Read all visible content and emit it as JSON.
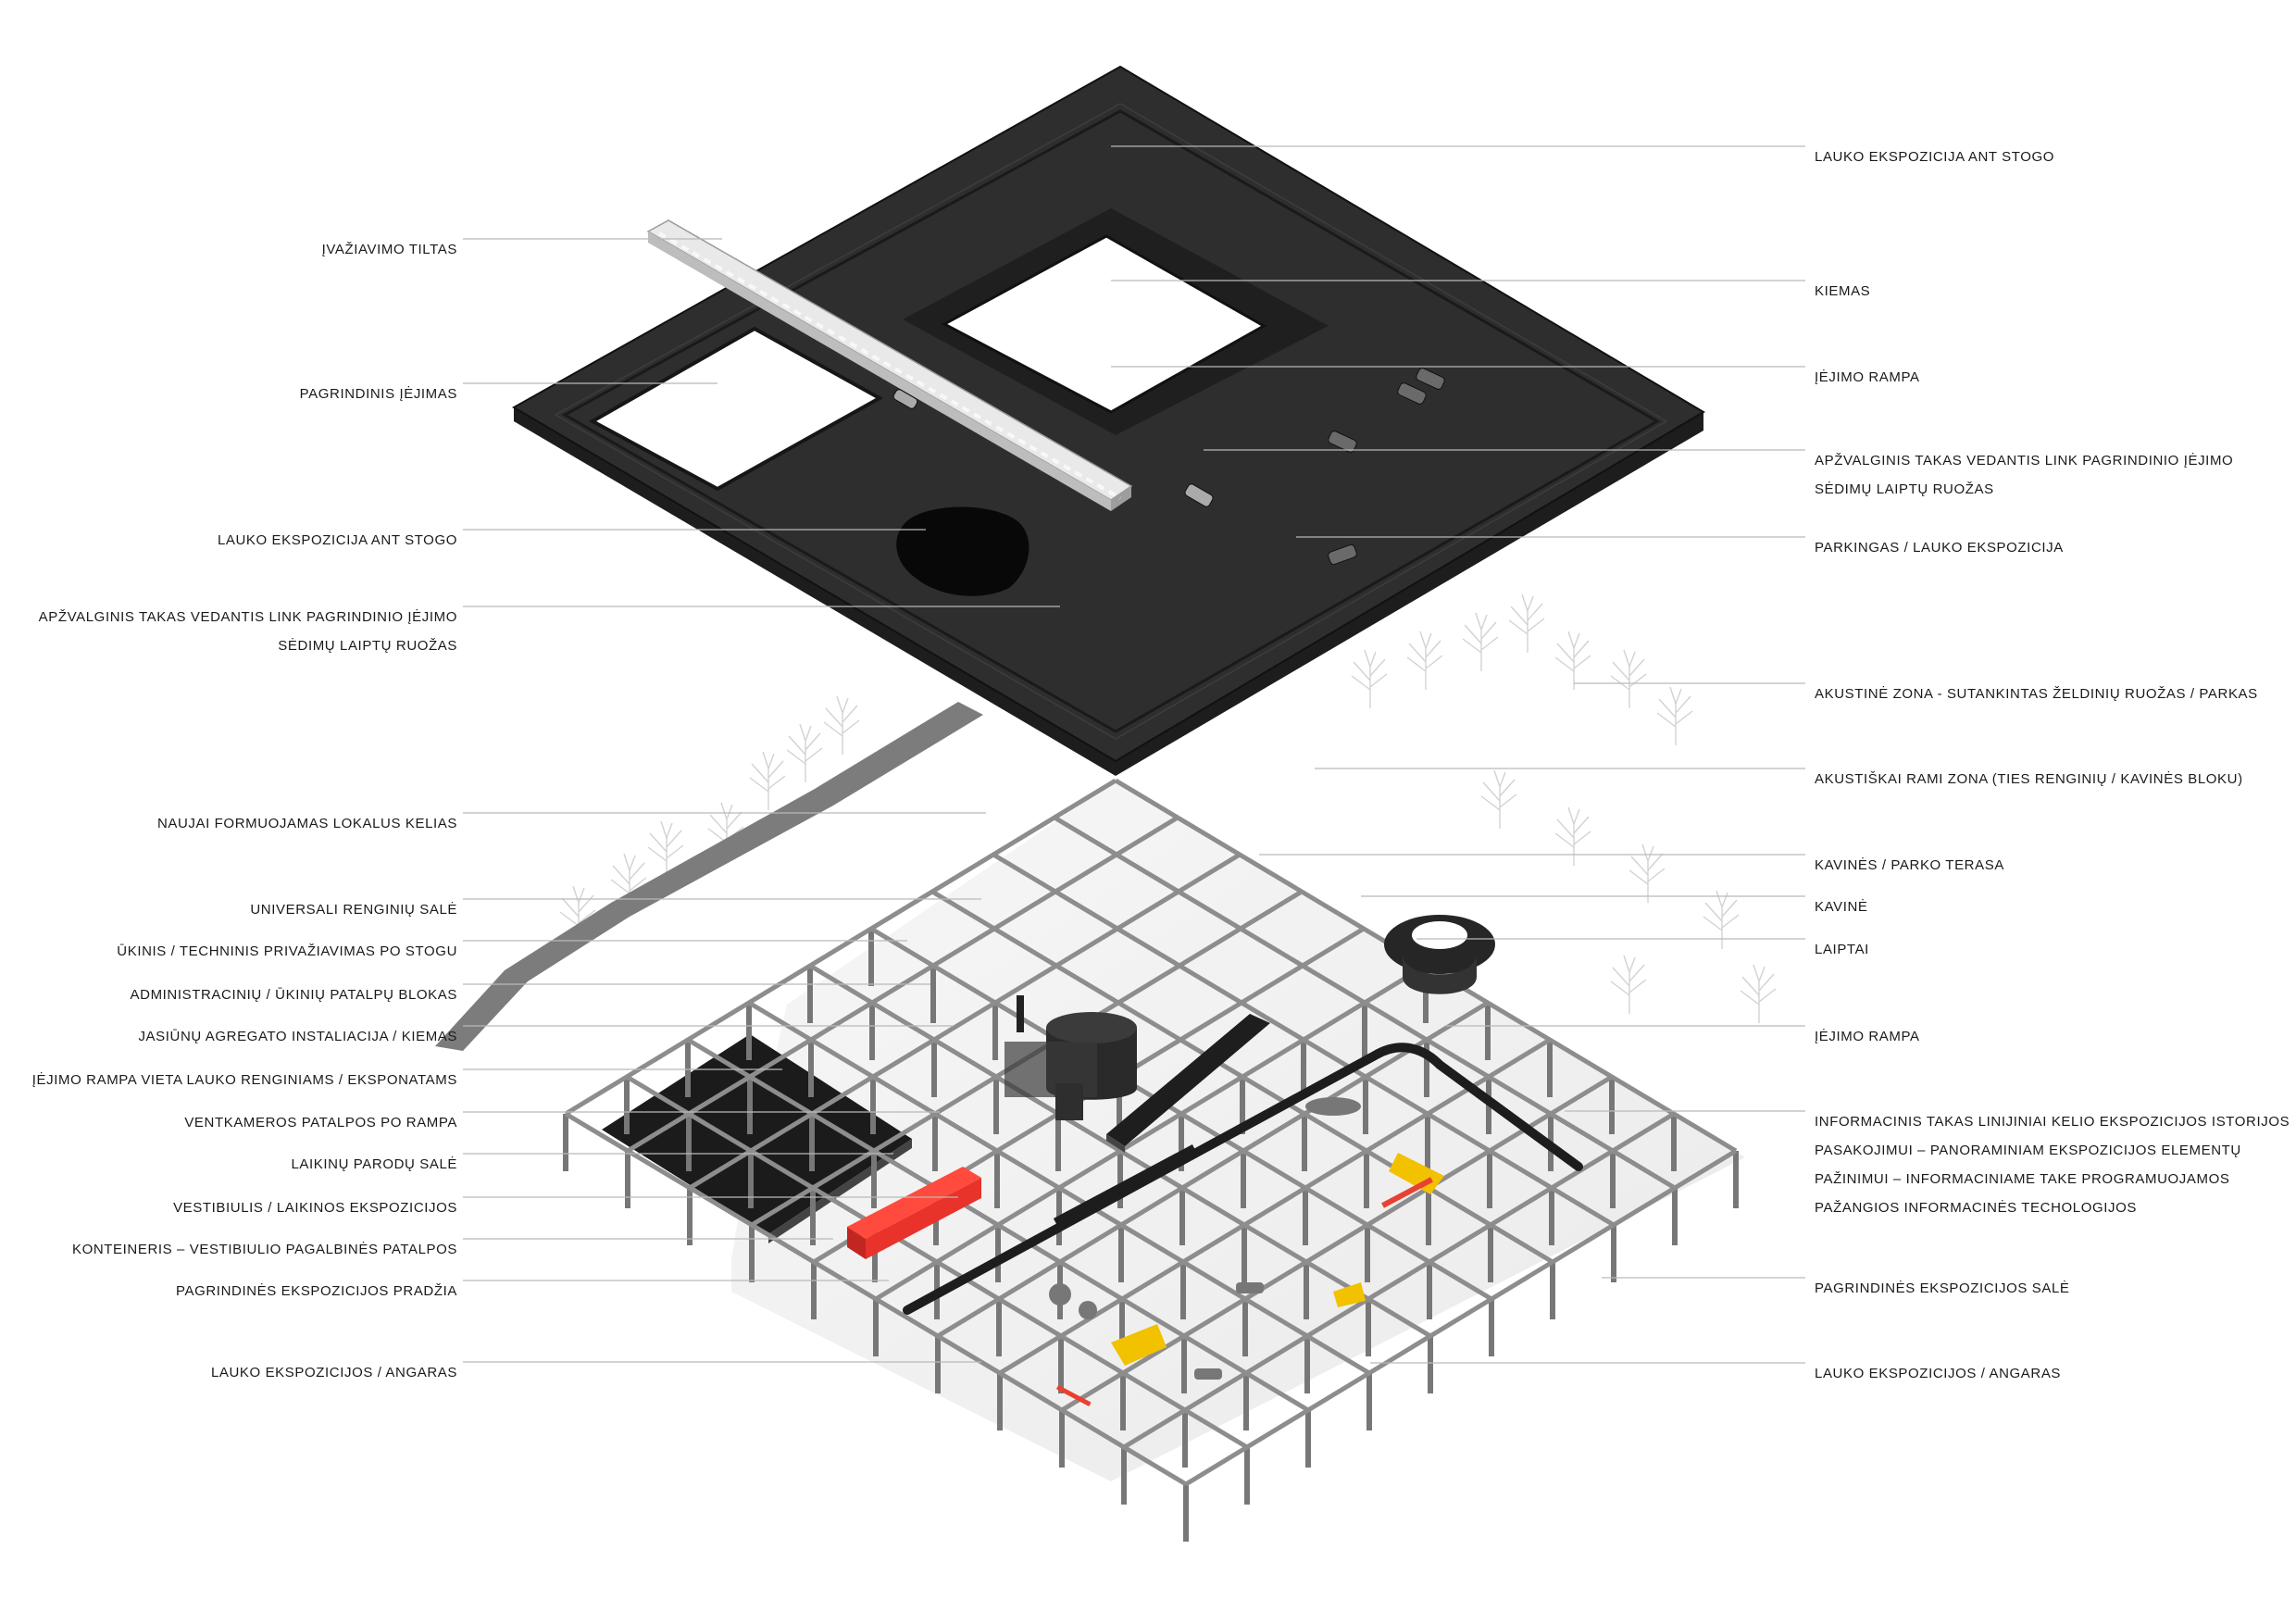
{
  "labels_left": [
    {
      "id": "ivaziavimo-tiltas",
      "lines": [
        "ĮVAŽIAVIMO TILTAS"
      ]
    },
    {
      "id": "pagrindinis-iejimas",
      "lines": [
        "PAGRINDINIS ĮĖJIMAS"
      ]
    },
    {
      "id": "lauko-ekspozicija-ant-stogo-left",
      "lines": [
        "LAUKO EKSPOZICIJA ANT STOGO"
      ]
    },
    {
      "id": "apzvalginis-takas-left",
      "lines": [
        "APŽVALGINIS TAKAS VEDANTIS LINK PAGRINDINIO ĮĖJIMO",
        "SĖDIMŲ LAIPTŲ RUOŽAS"
      ]
    },
    {
      "id": "naujai-formuojamas-kelias",
      "lines": [
        "NAUJAI FORMUOJAMAS LOKALUS KELIAS"
      ]
    },
    {
      "id": "universali-renginiu-sale",
      "lines": [
        "UNIVERSALI RENGINIŲ SALĖ"
      ]
    },
    {
      "id": "ukinis-privaziavimas",
      "lines": [
        "ŪKINIS  / TECHNINIS PRIVAŽIAVIMAS PO STOGU"
      ]
    },
    {
      "id": "administraciniu-blokas",
      "lines": [
        "ADMINISTRACINIŲ / ŪKINIŲ PATALPŲ BLOKAS"
      ]
    },
    {
      "id": "jasiunu-agregato-instaliacija",
      "lines": [
        "JASIŪNŲ AGREGATO INSTALIACIJA / KIEMAS"
      ]
    },
    {
      "id": "iejimo-rampa-vieta",
      "lines": [
        "ĮĖJIMO RAMPA VIETA LAUKO RENGINIAMS /  EKSPONATAMS"
      ]
    },
    {
      "id": "ventkameros-patalpos",
      "lines": [
        "VENTKAMEROS PATALPOS PO RAMPA"
      ]
    },
    {
      "id": "laikinu-parodu-sale",
      "lines": [
        "LAIKINŲ PARODŲ SALĖ"
      ]
    },
    {
      "id": "vestibiulis",
      "lines": [
        "VESTIBIULIS / LAIKINOS EKSPOZICIJOS"
      ]
    },
    {
      "id": "konteineris",
      "lines": [
        "KONTEINERIS – VESTIBIULIO PAGALBINĖS PATALPOS"
      ]
    },
    {
      "id": "pagrindines-ekspozicijos-pradzia",
      "lines": [
        "PAGRINDINĖS EKSPOZICIJOS PRADŽIA"
      ]
    },
    {
      "id": "lauko-ekspozicijos-angaras-left",
      "lines": [
        "LAUKO EKSPOZICIJOS / ANGARAS"
      ]
    }
  ],
  "labels_right": [
    {
      "id": "lauko-ekspozicija-ant-stogo-right",
      "lines": [
        "LAUKO EKSPOZICIJA ANT STOGO"
      ]
    },
    {
      "id": "kiemas",
      "lines": [
        "KIEMAS"
      ]
    },
    {
      "id": "iejimo-rampa-top",
      "lines": [
        "ĮĖJIMO RAMPA"
      ]
    },
    {
      "id": "apzvalginis-takas-right",
      "lines": [
        "APŽVALGINIS TAKAS VEDANTIS LINK PAGRINDINIO ĮĖJIMO",
        "SĖDIMŲ LAIPTŲ RUOŽAS"
      ]
    },
    {
      "id": "parkingas",
      "lines": [
        "PARKINGAS / LAUKO EKSPOZICIJA"
      ]
    },
    {
      "id": "akustine-zona",
      "lines": [
        "AKUSTINĖ ZONA - SUTANKINTAS ŽELDINIŲ RUOŽAS / PARKAS"
      ]
    },
    {
      "id": "akustiskai-rami-zona",
      "lines": [
        "AKUSTIŠKAI RAMI ZONA (TIES RENGINIŲ / KAVINĖS BLOKU)"
      ]
    },
    {
      "id": "kavines-terasa",
      "lines": [
        "KAVINĖS / PARKO TERASA"
      ]
    },
    {
      "id": "kavine",
      "lines": [
        "KAVINĖ"
      ]
    },
    {
      "id": "laiptai",
      "lines": [
        "LAIPTAI"
      ]
    },
    {
      "id": "iejimo-rampa-bottom",
      "lines": [
        "ĮĖJIMO RAMPA"
      ]
    },
    {
      "id": "informacinis-takas",
      "lines": [
        "INFORMACINIS TAKAS LINIJINIAI KELIO EKSPOZICIJOS ISTORIJOS",
        "PASAKOJIMUI – PANORAMINIAM EKSPOZICIJOS ELEMENTŲ",
        "PAŽINIMUI – INFORMACINIAME TAKE PROGRAMUOJAMOS",
        "PAŽANGIOS INFORMACINĖS TECHOLOGIJOS"
      ]
    },
    {
      "id": "pagrindines-ekspozicijos-sale",
      "lines": [
        "PAGRINDINĖS EKSPOZICIJOS SALĖ"
      ]
    },
    {
      "id": "lauko-ekspozicijos-angaras-right",
      "lines": [
        "LAUKO EKSPOZICIJOS / ANGARAS"
      ]
    }
  ],
  "colors": {
    "roof": "#2b2b2b",
    "roof_edge": "#1c1c1c",
    "grid": "#8d8d8d",
    "container": "#e8322a",
    "excavator": "#f2c100",
    "leader": "#b9b9b9",
    "tree": "#d4d4d4"
  }
}
